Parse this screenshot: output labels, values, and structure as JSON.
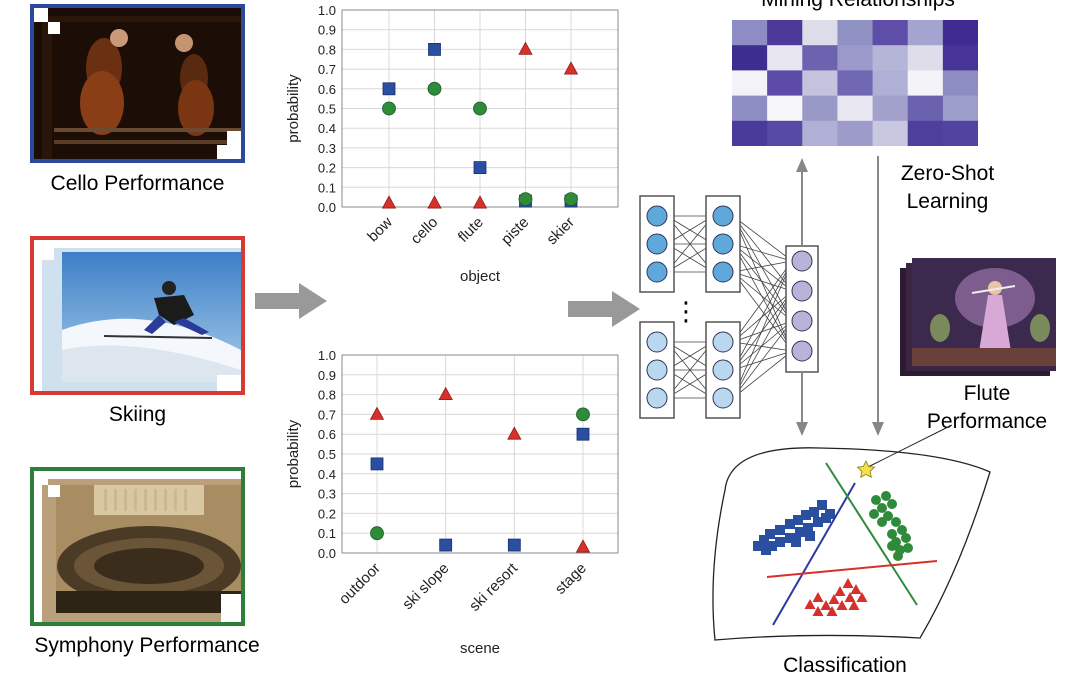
{
  "left_panel": {
    "images": [
      {
        "caption": "Cello Performance",
        "border_color": "#2b4a9b"
      },
      {
        "caption": "Skiing",
        "border_color": "#d73a31"
      },
      {
        "caption": "Symphony Performance",
        "border_color": "#2e7d3a"
      }
    ]
  },
  "chart_data": [
    {
      "type": "scatter",
      "xlabel": "object",
      "ylabel": "probability",
      "ylim": [
        0,
        1.0
      ],
      "yticks": [
        "0.0",
        "0.1",
        "0.2",
        "0.3",
        "0.4",
        "0.5",
        "0.6",
        "0.7",
        "0.8",
        "0.9",
        "1.0"
      ],
      "categories": [
        "bow",
        "cello",
        "flute",
        "piste",
        "skier"
      ],
      "grid": true,
      "series": [
        {
          "marker": "square",
          "color": "#2b4fa0",
          "values": [
            0.6,
            0.8,
            0.2,
            0.03,
            0.03
          ]
        },
        {
          "marker": "circle",
          "color": "#2e8b3a",
          "values": [
            0.5,
            0.6,
            0.5,
            0.04,
            0.04
          ]
        },
        {
          "marker": "triangle",
          "color": "#d7302a",
          "values": [
            0.02,
            0.02,
            0.02,
            0.8,
            0.7
          ]
        }
      ]
    },
    {
      "type": "scatter",
      "xlabel": "scene",
      "ylabel": "probability",
      "ylim": [
        0,
        1.0
      ],
      "yticks": [
        "0.0",
        "0.1",
        "0.2",
        "0.3",
        "0.4",
        "0.5",
        "0.6",
        "0.7",
        "0.8",
        "0.9",
        "1.0"
      ],
      "categories": [
        "outdoor",
        "ski slope",
        "ski resort",
        "stage"
      ],
      "grid": true,
      "series": [
        {
          "marker": "square",
          "color": "#2b4fa0",
          "values": [
            0.45,
            0.04,
            0.04,
            0.6
          ]
        },
        {
          "marker": "circle",
          "color": "#2e8b3a",
          "values": [
            0.1,
            null,
            null,
            0.7
          ]
        },
        {
          "marker": "triangle",
          "color": "#d7302a",
          "values": [
            0.7,
            0.8,
            0.6,
            0.03
          ]
        }
      ]
    }
  ],
  "right_panel": {
    "mining_title": "Mining Relationships",
    "zero_shot_label_line1": "Zero-Shot",
    "zero_shot_label_line2": "Learning",
    "flute_label_line1": "Flute",
    "flute_label_line2": "Performance",
    "classification_label": "Classification",
    "ellipsis": "⋮",
    "heatmap_colors": [
      [
        "#8d8cc4",
        "#4b3a9a",
        "#dddde9",
        "#8f91c2",
        "#5e4ea9",
        "#a3a4cf",
        "#3f2c92"
      ],
      [
        "#3e2d91",
        "#e7e6f1",
        "#6b63b0",
        "#9a99c9",
        "#b5b5d8",
        "#dedde9",
        "#463596"
      ],
      [
        "#f3f2f8",
        "#5c4ca8",
        "#c3c3de",
        "#6f67b2",
        "#b0b0d6",
        "#f4f3f8",
        "#8e8dc3"
      ],
      [
        "#8e8ec4",
        "#f6f6fa",
        "#9999c8",
        "#e9e8f2",
        "#a2a1cc",
        "#6a62af",
        "#9d9dca"
      ],
      [
        "#4a3a99",
        "#574aa5",
        "#b0b0d6",
        "#9c9bca",
        "#c8c8e0",
        "#4f3f9c",
        "#5343a1"
      ]
    ]
  }
}
